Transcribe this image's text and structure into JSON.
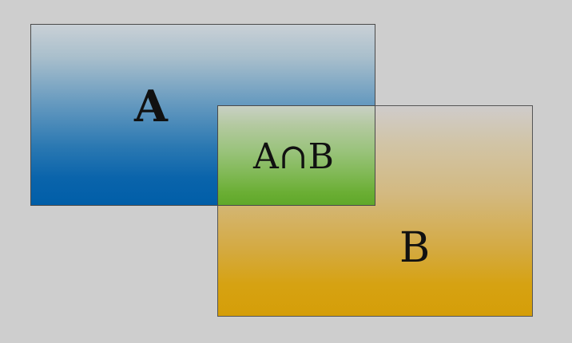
{
  "diagram": {
    "set_a": {
      "label": "A",
      "color": "#005ea8"
    },
    "set_b": {
      "label": "B",
      "color": "#d59e08"
    },
    "intersection": {
      "label": "A∩B",
      "color": "#5fa82a"
    },
    "background": "#cecece"
  }
}
